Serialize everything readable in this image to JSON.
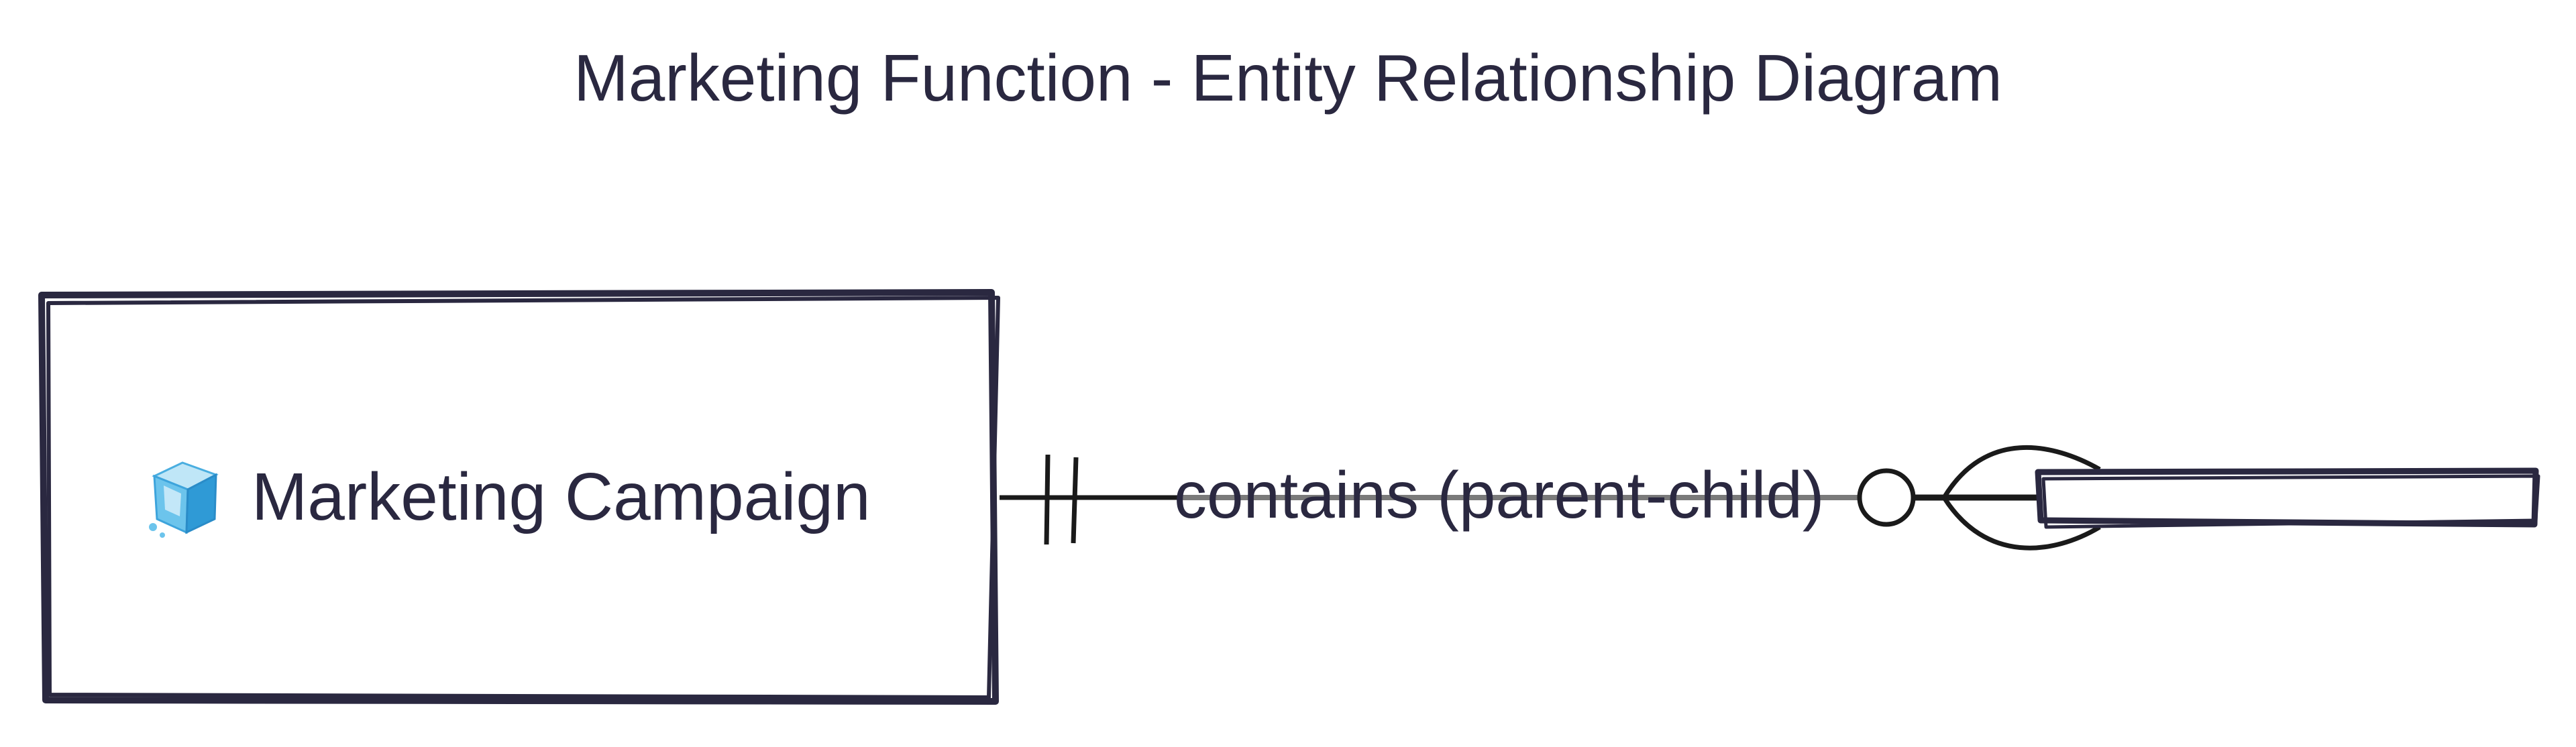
{
  "diagram": {
    "title": "Marketing Function - Entity Relationship Diagram",
    "entities": [
      {
        "id": "campaign",
        "label": "Marketing Campaign",
        "icon": "cube-icon"
      },
      {
        "id": "child",
        "label": ""
      }
    ],
    "relationship": {
      "label": "contains (parent-child)",
      "from_cardinality": "exactly-one",
      "to_cardinality": "zero-or-many"
    },
    "colors": {
      "ink": "#2a2840",
      "line": "#1a1a1a",
      "label_strike": "#7a7a7a",
      "icon_light": "#bfe6f7",
      "icon_mid": "#6cc4ec",
      "icon_dark": "#2f9ad6"
    }
  }
}
